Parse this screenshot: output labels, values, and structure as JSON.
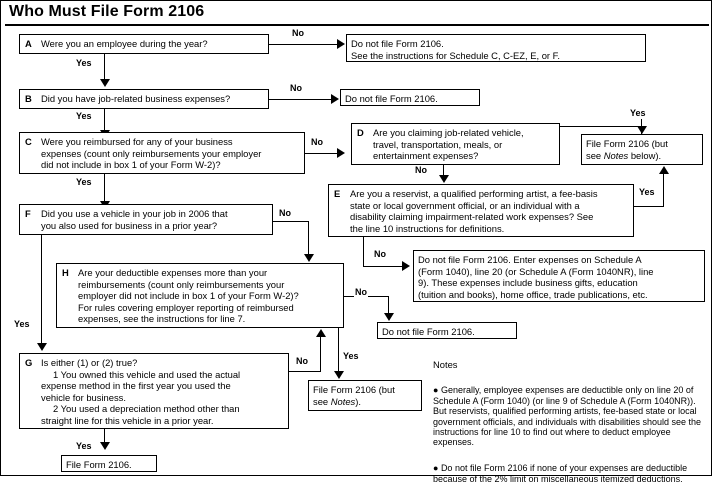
{
  "title": "Who Must File Form 2106",
  "boxes": {
    "a": {
      "letter": "A",
      "text": "Were you an employee during the year?"
    },
    "b": {
      "letter": "B",
      "text": "Did you have job-related business expenses?"
    },
    "c": {
      "letter": "C",
      "text": "Were you reimbursed for any of your business\nexpenses (count only reimbursements your employer\ndid not include in box 1 of your Form W-2)?"
    },
    "d": {
      "letter": "D",
      "text": "Are you claiming job-related vehicle,\ntravel, transportation, meals, or\nentertainment expenses?"
    },
    "e": {
      "letter": "E",
      "text": "Are you a reservist, a qualified performing artist, a fee-basis\nstate or local government official, or an individual with a\ndisability claiming impairment-related work expenses? See\nthe line 10 instructions for definitions."
    },
    "f": {
      "letter": "F",
      "text": "Did you use a vehicle in your job in 2006 that\nyou also used for business in a prior year?"
    },
    "g": {
      "letter": "G",
      "text": "Is either (1) or (2) true?",
      "item1": "1 You owned this vehicle and used the actual\nexpense method in the first year you used the\nvehicle for business.",
      "item2": "2 You used a depreciation method other than\nstraight line for this vehicle in a prior year."
    },
    "h": {
      "letter": "H",
      "text": "Are your deductible expenses more than your\nreimbursements (count only reimbursements your\nemployer did not include in box 1 of your Form W-2)?\nFor rules covering employer reporting of reimbursed\nexpenses, see the instructions for line 7."
    },
    "out_a_no": {
      "text": "Do not file Form 2106.\nSee the instructions for Schedule C, C-EZ, E, or F."
    },
    "out_b_no": {
      "text": "Do not file Form 2106."
    },
    "out_file_notes_top": {
      "pre": "File Form 2106 (but\nsee ",
      "em": "Notes",
      "post": " below)."
    },
    "out_e_no": {
      "text": "Do not file Form 2106. Enter expenses on Schedule A\n(Form 1040), line 20 (or Schedule A (Form 1040NR), line\n9). These expenses include business gifts, education\n(tuition and books), home office, trade publications, etc."
    },
    "out_h_no": {
      "text": "Do not file Form 2106."
    },
    "out_file_notes_mid": {
      "pre": "File Form 2106 (but\nsee ",
      "em": "Notes",
      "post": ")."
    },
    "out_file_bottom": {
      "text": "File Form 2106."
    }
  },
  "labels": {
    "a_no": "No",
    "a_yes": "Yes",
    "b_no": "No",
    "b_yes": "Yes",
    "c_no": "No",
    "c_yes": "Yes",
    "d_yes": "Yes",
    "d_no": "No",
    "e_yes": "Yes",
    "e_no": "No",
    "f_no": "No",
    "f_yes": "Yes",
    "g_no": "No",
    "g_yes": "Yes",
    "h_no": "No",
    "h_yes": "Yes"
  },
  "notes": {
    "heading": "Notes",
    "items": [
      "Generally, employee expenses are deductible only on line 20 of Schedule A (Form 1040) (or line 9 of Schedule A (Form 1040NR)). But reservists, qualified performing artists, fee-based state or local government officials, and individuals with disabilities should see the instructions for line 10 to find out where to deduct employee expenses.",
      "Do not file Form 2106 if none of your expenses are deductible because of the 2% limit on miscellaneous itemized deductions."
    ]
  },
  "colors": {
    "ink": "#000000",
    "paper": "#ffffff"
  }
}
